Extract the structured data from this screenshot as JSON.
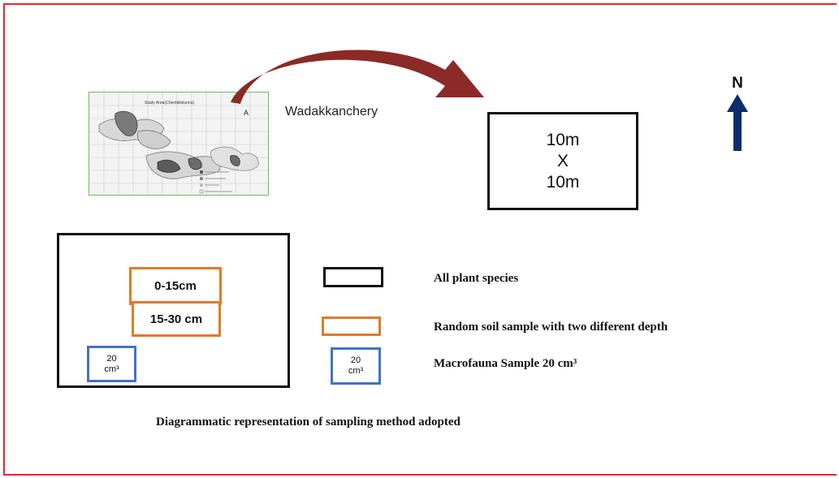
{
  "map": {
    "title": "Study Area(Chembikkunnu)",
    "north_label": "A"
  },
  "location_label": "Wadakkanchery",
  "dimension_box": {
    "line1": "10m",
    "line2": "X",
    "line3": "10m"
  },
  "north_arrow": {
    "label": "N",
    "color": "#0b2d6b"
  },
  "plot": {
    "soil_top_label": "0-15cm",
    "soil_bottom_label": "15-30 cm",
    "macro_value": "20",
    "macro_unit": "cm³"
  },
  "legend": [
    {
      "label": "All plant species",
      "color": "#111111"
    },
    {
      "label": "Random soil sample with two different depth",
      "color": "#e07b26"
    },
    {
      "label": "Macrofauna Sample 20 cm³",
      "color": "#4472c4",
      "box_value": "20",
      "box_unit": "cm³"
    }
  ],
  "caption": "Diagrammatic representation of sampling method adopted",
  "colors": {
    "frame": "#e8242a",
    "curved_arrow": "#8b2a26",
    "map_border": "#6dbb5a"
  }
}
